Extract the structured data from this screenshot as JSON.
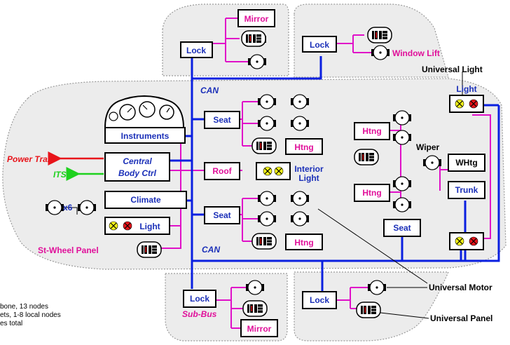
{
  "bus_label_top": "CAN",
  "bus_label_bottom": "CAN",
  "sub_bus_label": "Sub-Bus",
  "nodes": {
    "lock_front_left": "Lock",
    "lock_front_right": "Lock",
    "lock_rear_left": "Lock",
    "lock_rear_right": "Lock",
    "mirror_top": "Mirror",
    "mirror_bottom": "Mirror",
    "instruments": "Instruments",
    "central_body_ctrl_line1": "Central",
    "central_body_ctrl_line2": "Body Ctrl",
    "climate": "Climate",
    "light_left": "Light",
    "seat_front": "Seat",
    "seat_rear": "Seat",
    "seat_right": "Seat",
    "htng_front": "Htng",
    "htng_rear": "Htng",
    "htng_right_top": "Htng",
    "htng_right_bottom": "Htng",
    "roof": "Roof",
    "wheat": "WHtg",
    "trunk": "Trunk"
  },
  "labels": {
    "window_lift": "Window Lift",
    "universal_light": "Universal Light",
    "light_right": "Light",
    "interior_light_1": "Interior",
    "interior_light_2": "Light",
    "wiper": "Wiper",
    "power_train": "Power Train",
    "its": "ITS",
    "x6": "x6",
    "st_wheel_panel": "St-Wheel Panel",
    "universal_motor": "Universal Motor",
    "universal_panel": "Universal Panel"
  },
  "notes": [
    "bone, 13 nodes",
    "ets, 1-8 local nodes",
    "es total"
  ],
  "colors": {
    "can_bus": "#0a1fe0",
    "sub_bus": "#e010c8",
    "node_text": "#1a2fb8",
    "power_train": "#e8141a",
    "its": "#1ed11e",
    "car_fill": "#ececec"
  }
}
